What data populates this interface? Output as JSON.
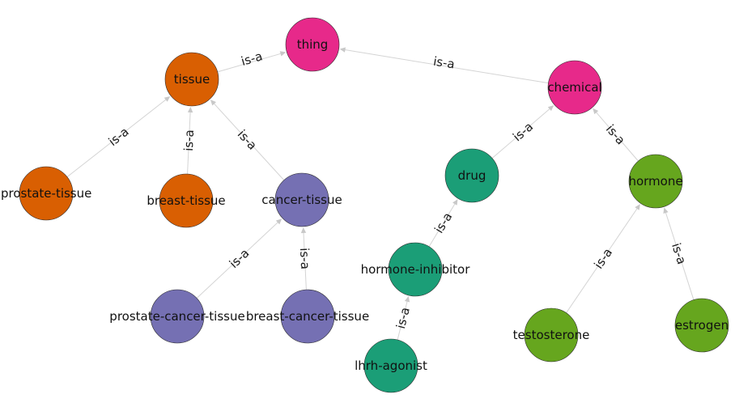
{
  "colors": {
    "magenta": "#e7298a",
    "orange": "#d95f02",
    "purple": "#7570b3",
    "teal": "#1b9e77",
    "green": "#66a61e"
  },
  "nodes": [
    {
      "id": "thing",
      "label": "thing",
      "color": "magenta"
    },
    {
      "id": "tissue",
      "label": "tissue",
      "color": "orange"
    },
    {
      "id": "chemical",
      "label": "chemical",
      "color": "magenta"
    },
    {
      "id": "prostate-tissue",
      "label": "prostate-tissue",
      "color": "orange"
    },
    {
      "id": "breast-tissue",
      "label": "breast-tissue",
      "color": "orange"
    },
    {
      "id": "cancer-tissue",
      "label": "cancer-tissue",
      "color": "purple"
    },
    {
      "id": "drug",
      "label": "drug",
      "color": "teal"
    },
    {
      "id": "hormone",
      "label": "hormone",
      "color": "green"
    },
    {
      "id": "hormone-inhibitor",
      "label": "hormone-inhibitor",
      "color": "teal"
    },
    {
      "id": "prostate-cancer-tissue",
      "label": "prostate-cancer-tissue",
      "color": "purple"
    },
    {
      "id": "breast-cancer-tissue",
      "label": "breast-cancer-tissue",
      "color": "purple"
    },
    {
      "id": "lhrh-agonist",
      "label": "lhrh-agonist",
      "color": "teal"
    },
    {
      "id": "testosterone",
      "label": "testosterone",
      "color": "green"
    },
    {
      "id": "estrogen",
      "label": "estrogen",
      "color": "green"
    }
  ],
  "edges": [
    {
      "from": "tissue",
      "to": "thing",
      "label": "is-a"
    },
    {
      "from": "chemical",
      "to": "thing",
      "label": "is-a"
    },
    {
      "from": "prostate-tissue",
      "to": "tissue",
      "label": "is-a"
    },
    {
      "from": "breast-tissue",
      "to": "tissue",
      "label": "is-a"
    },
    {
      "from": "cancer-tissue",
      "to": "tissue",
      "label": "is-a"
    },
    {
      "from": "drug",
      "to": "chemical",
      "label": "is-a"
    },
    {
      "from": "hormone",
      "to": "chemical",
      "label": "is-a"
    },
    {
      "from": "prostate-cancer-tissue",
      "to": "cancer-tissue",
      "label": "is-a"
    },
    {
      "from": "breast-cancer-tissue",
      "to": "cancer-tissue",
      "label": "is-a"
    },
    {
      "from": "hormone-inhibitor",
      "to": "drug",
      "label": "is-a"
    },
    {
      "from": "lhrh-agonist",
      "to": "hormone-inhibitor",
      "label": "is-a"
    },
    {
      "from": "testosterone",
      "to": "hormone",
      "label": "is-a"
    },
    {
      "from": "estrogen",
      "to": "hormone",
      "label": "is-a"
    }
  ]
}
